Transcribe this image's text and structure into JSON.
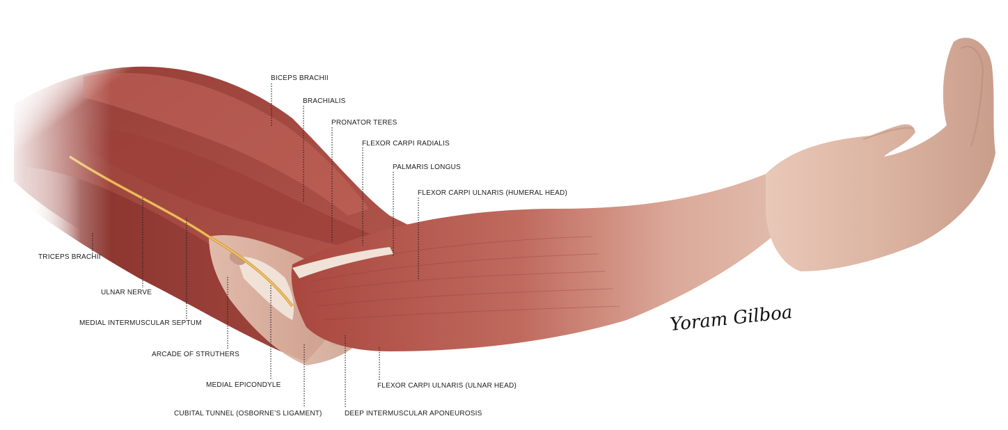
{
  "labels": {
    "biceps_brachii": "BICEPS BRACHII",
    "brachialis": "BRACHIALIS",
    "pronator_teres": "PRONATOR TERES",
    "flexor_carpi_radialis": "FLEXOR CARPI RADIALIS",
    "palmaris_longus": "PALMARIS LONGUS",
    "fcu_humeral_head": "FLEXOR CARPI ULNARIS (HUMERAL HEAD)",
    "triceps_brachii": "TRICEPS BRACHII",
    "ulnar_nerve": "ULNAR NERVE",
    "medial_intermuscular_septum": "MEDIAL INTERMUSCULAR SEPTUM",
    "arcade_of_struthers": "ARCADE OF STRUTHERS",
    "medial_epicondyle": "MEDIAL EPICONDYLE",
    "cubital_tunnel": "CUBITAL TUNNEL (OSBORNE’S LIGAMENT)",
    "deep_intermuscular_aponeurosis": "DEEP INTERMUSCULAR APONEUROSIS",
    "fcu_ulnar_head": "FLEXOR CARPI ULNARIS (ULNAR HEAD)"
  },
  "signature": "Yoram Gilboa",
  "colors": {
    "muscle_dark": "#8e3a35",
    "muscle_mid": "#b85a50",
    "muscle_light": "#d99a8c",
    "skin": "#d9b3a2",
    "skin_light": "#ecd4c7",
    "tendon": "#f1e2d7",
    "nerve": "#d79a3a",
    "leader": "#222222"
  }
}
